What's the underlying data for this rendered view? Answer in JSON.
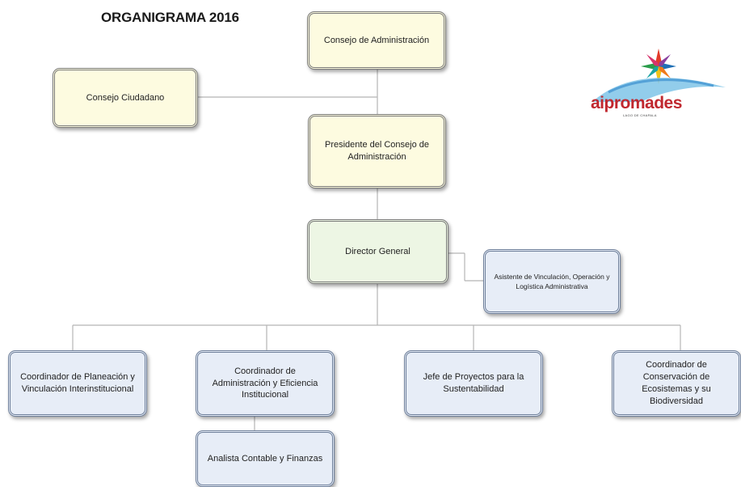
{
  "title": "ORGANIGRAMA 2016",
  "logo": {
    "text": "aipromades",
    "tagline": "LAGO DE CHAPALA"
  },
  "nodes": {
    "consejo_administracion": "Consejo de Administración",
    "consejo_ciudadano": "Consejo Ciudadano",
    "presidente": "Presidente del Consejo de Administración",
    "director_general": "Director General",
    "asistente": "Asistente de Vinculación, Operación y Logística Administrativa",
    "coord_planeacion": "Coordinador de Planeación y Vinculación Interinstitucional",
    "coord_administracion": "Coordinador de Administración y Eficiencia Institucional",
    "jefe_proyectos": "Jefe de Proyectos para la Sustentabilidad",
    "coord_conservacion": "Coordinador de Conservación de Ecosistemas y su Biodiversidad",
    "analista": "Analista Contable y Finanzas"
  }
}
